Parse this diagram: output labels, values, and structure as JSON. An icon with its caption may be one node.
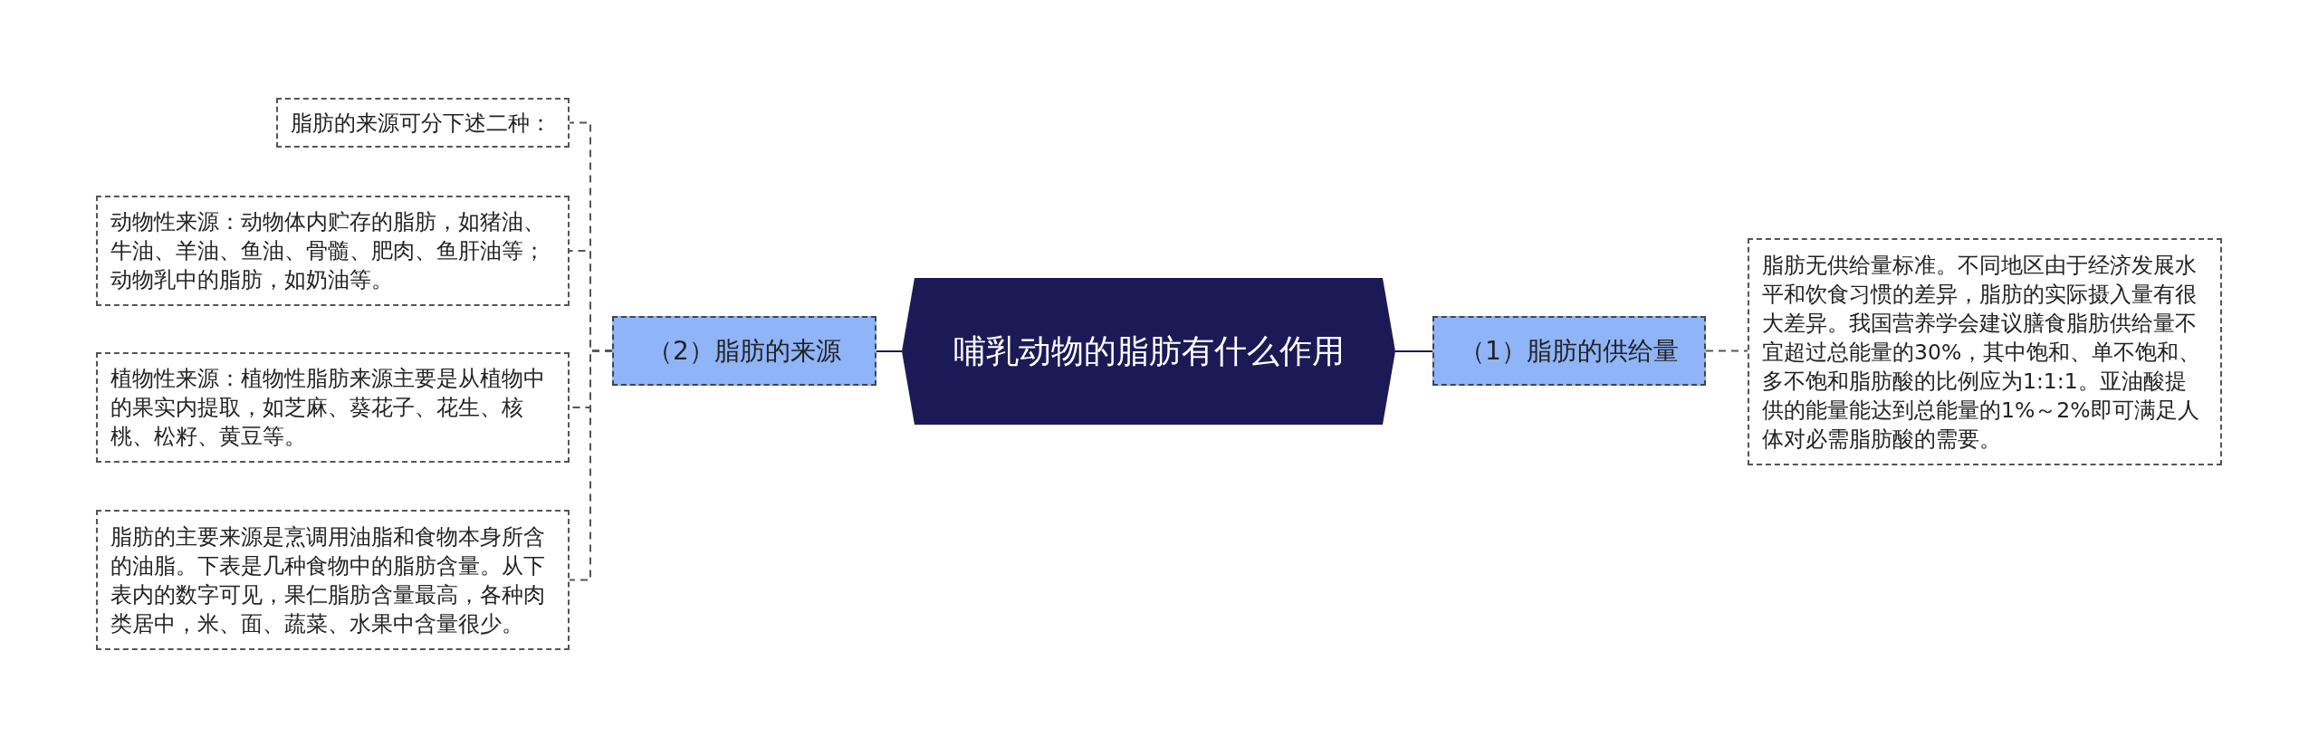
{
  "diagram": {
    "nodes": [
      {
        "text": [
          "哺乳动物的脂肪有什么作用"
        ]
      },
      {
        "text": [
          "（1）脂肪的供给量"
        ]
      },
      {
        "text": [
          "脂肪无供给量标准。不同地区由于经济发展水平和饮食习惯的差异，脂肪的实际摄入量有很大差异。我国营养学会建议膳食脂肪供给量不宜超过总能量的30%，其中饱和、单不饱和、多不饱和脂肪酸的比例应为1:1:1。亚油酸提供的能量能达到总能量的1%～2%即可满足人体对必需脂肪酸的需要。"
        ]
      },
      {
        "text": [
          "（2）脂肪的来源"
        ]
      },
      {
        "text": [
          "脂肪的来源可分下述二种："
        ]
      },
      {
        "text": [
          "动物性来源：动物体内贮存的脂肪，如猪油、牛油、羊油、鱼油、骨髓、肥肉、鱼肝油等；动物乳中的脂肪，如奶油等。"
        ]
      },
      {
        "text": [
          "植物性来源：植物性脂肪来源主要是从植物中的果实内提取，如芝麻、葵花子、花生、核桃、松籽、黄豆等。"
        ]
      },
      {
        "text": [
          "脂肪的主要来源是烹调用油脂和食物本身所含的油脂。下表是几种食物中的脂肪含量。从下表内的数字可见，果仁脂肪含量最高，各种肉类居中，米、面、蔬菜、水果中含量很少。"
        ]
      }
    ],
    "edges": [
      {
        "from": 0,
        "to": 1,
        "arrow": "none"
      },
      {
        "from": 1,
        "to": 2,
        "arrow": "none",
        "style": "dashed"
      },
      {
        "from": 0,
        "to": 3,
        "arrow": "none"
      },
      {
        "from": 3,
        "to": 4,
        "arrow": "none",
        "style": "dashed"
      },
      {
        "from": 3,
        "to": 5,
        "arrow": "none",
        "style": "dashed"
      },
      {
        "from": 3,
        "to": 6,
        "arrow": "none",
        "style": "dashed"
      },
      {
        "from": 3,
        "to": 7,
        "arrow": "none",
        "style": "dashed"
      }
    ]
  }
}
